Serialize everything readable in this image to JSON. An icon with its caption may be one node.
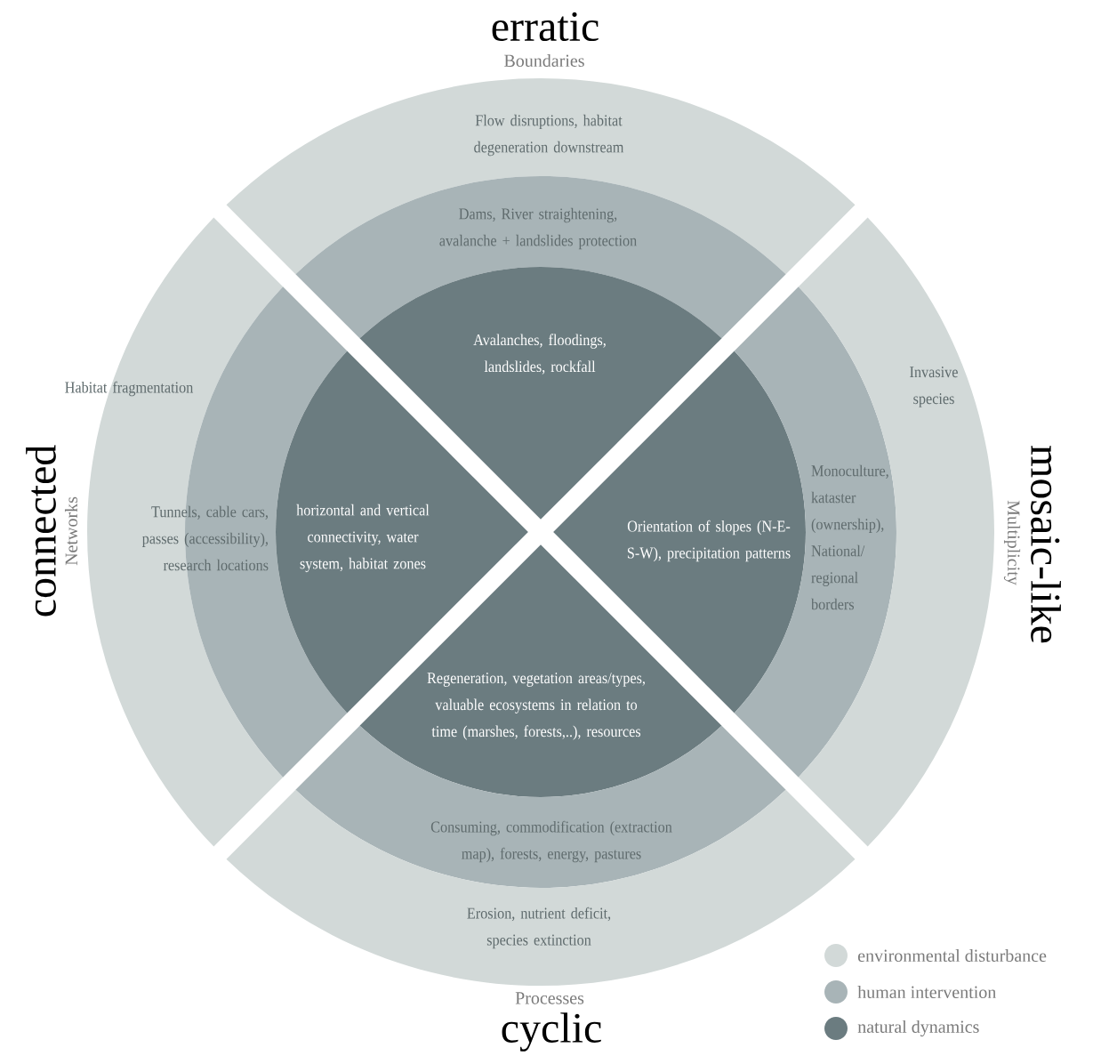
{
  "diagram": {
    "nodes": [
      {
        "text": [
          "Flow disruptions, habitat degeneration downstream"
        ]
      },
      {
        "text": [
          "Dams, River straightening, avalanche + landslides protection"
        ]
      },
      {
        "text": [
          "Avalanches, floodings, landslides, rockfall"
        ]
      },
      {
        "text": [
          "Habitat fragmentation"
        ]
      },
      {
        "text": [
          "Tunnels, cable cars, passes (accessibility), research locations"
        ]
      },
      {
        "text": [
          "horizontal and vertical connectivity, water system, habitat zones"
        ]
      },
      {
        "text": [
          "Orientation of slopes (N-E-S-W), precipitation patterns"
        ]
      },
      {
        "text": [
          "Monoculture, kataster (ownership), National/regional borders"
        ]
      },
      {
        "text": [
          "Invasive species"
        ]
      },
      {
        "text": [
          "Regeneration, vegetation areas/types, valuable ecosystems in relation to time (marshes, forests,..), resources"
        ]
      },
      {
        "text": [
          "Consuming, commodification (extraction map), forests, energy, pastures"
        ]
      },
      {
        "text": [
          "Erosion, nutrient deficit, species extinction"
        ]
      }
    ],
    "labels": [
      "erratic",
      "Boundaries",
      "connected",
      "Networks",
      "mosaic-like",
      "Multiplicity",
      "Processes",
      "cyclic"
    ],
    "legend": [
      {
        "text": "environmental disturbance",
        "color": "#d2d9d8"
      },
      {
        "text": "human intervention",
        "color": "#a8b4b7"
      },
      {
        "text": "natural dynamics",
        "color": "#6b7c80"
      }
    ]
  }
}
